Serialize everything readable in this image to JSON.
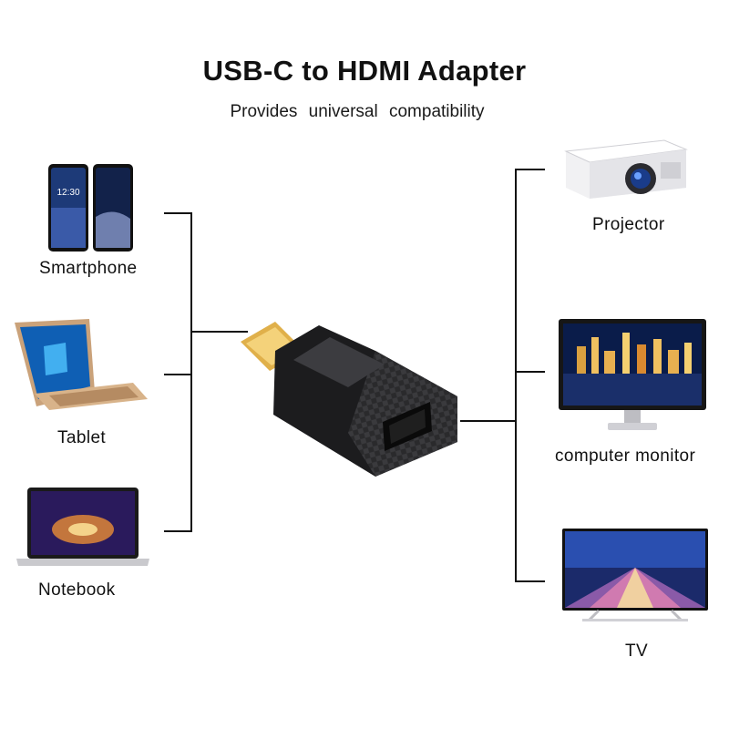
{
  "header": {
    "title": "USB-C to HDMI Adapter",
    "subtitle": "Provides universal compatibility"
  },
  "sources": [
    {
      "label": "Smartphone",
      "icon": "smartphone-icon"
    },
    {
      "label": "Tablet",
      "icon": "tablet-icon"
    },
    {
      "label": "Notebook",
      "icon": "notebook-icon"
    }
  ],
  "displays": [
    {
      "label": "Projector",
      "icon": "projector-icon"
    },
    {
      "label": "computer monitor",
      "icon": "monitor-icon"
    },
    {
      "label": "TV",
      "icon": "tv-icon"
    }
  ],
  "center": {
    "icon": "usb-c-hdmi-adapter-icon"
  },
  "colors": {
    "text": "#111111",
    "line": "#111111",
    "adapter_body": "#1c1c1e",
    "connector_gold": "#d9a83a"
  }
}
